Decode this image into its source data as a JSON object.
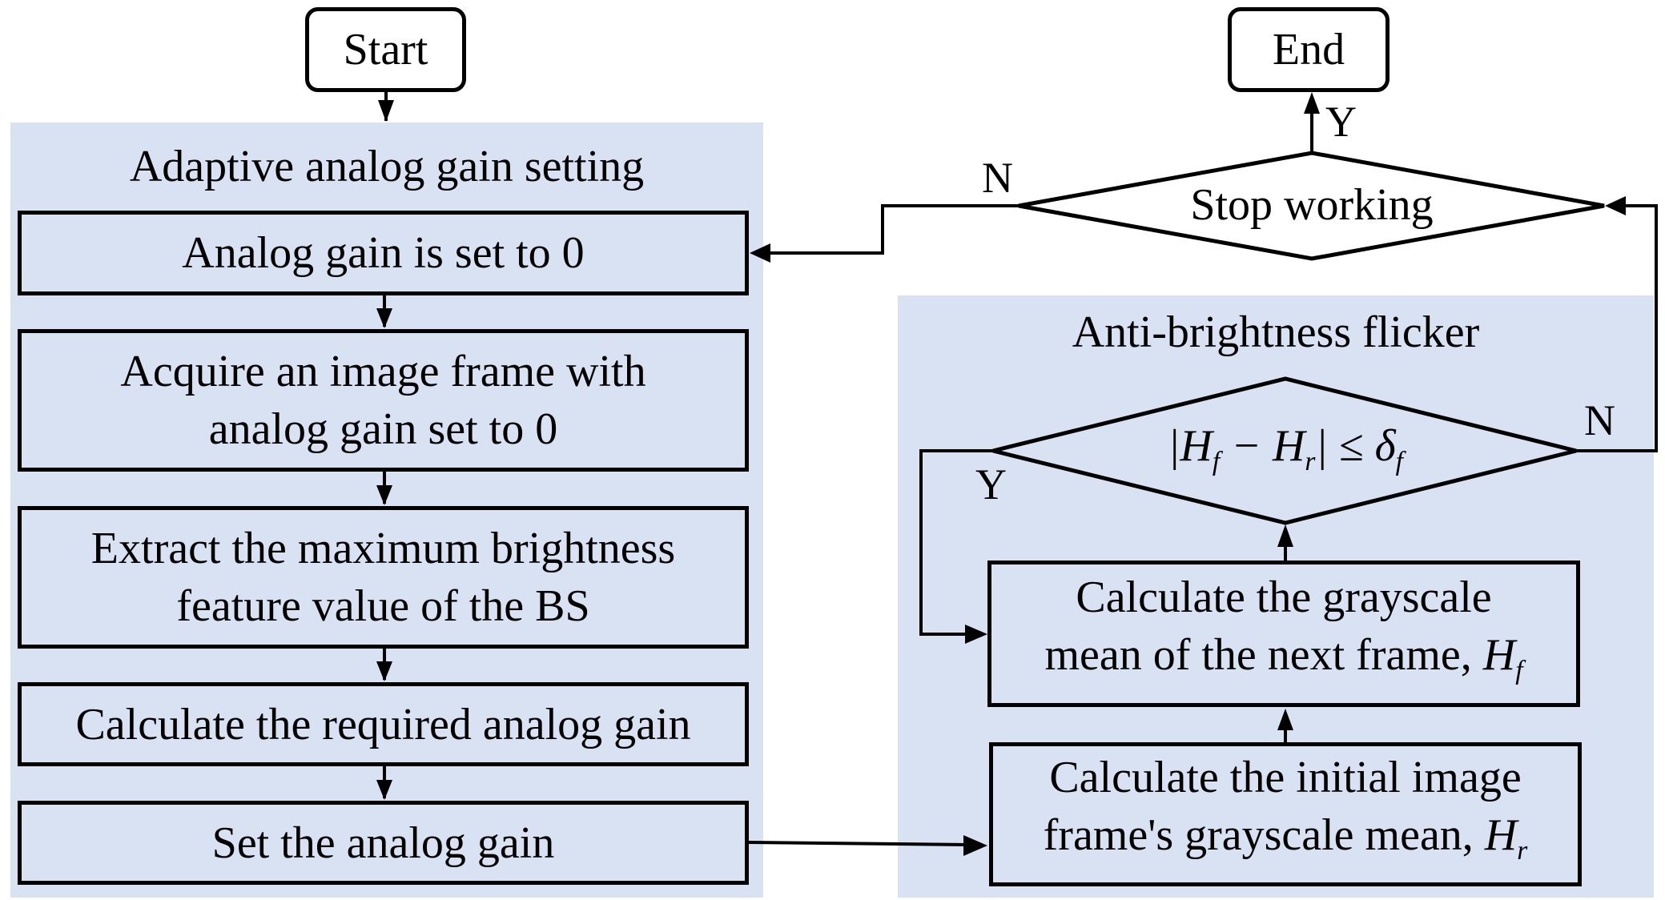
{
  "start": {
    "label": "Start"
  },
  "end": {
    "label": "End"
  },
  "left_panel": {
    "title": "Adaptive analog gain setting",
    "steps": [
      {
        "lines": [
          "Analog gain is set to 0"
        ]
      },
      {
        "lines": [
          "Acquire an image frame with",
          "analog gain set to 0"
        ]
      },
      {
        "lines": [
          "Extract the maximum brightness",
          "feature value of the BS"
        ]
      },
      {
        "lines": [
          "Calculate the required analog gain"
        ]
      },
      {
        "lines": [
          "Set the analog gain"
        ]
      }
    ]
  },
  "right_panel": {
    "title": "Anti-brightness flicker",
    "decision": {
      "text_parts": [
        "|H",
        "f",
        " − H",
        "r",
        "| ≤ δ",
        "f"
      ],
      "yes_label": "Y",
      "no_label": "N"
    },
    "step_next": {
      "line1": "Calculate the grayscale",
      "line2": "mean of the next frame, ",
      "var": "H",
      "sub": "f"
    },
    "step_initial": {
      "line1": "Calculate the initial image",
      "line2": "frame's grayscale mean, ",
      "var": "H",
      "sub": "r"
    }
  },
  "stop_decision": {
    "text": "Stop working",
    "yes_label": "Y",
    "no_label": "N"
  },
  "colors": {
    "panel_fill": "#d9e2f2",
    "stroke": "#000000"
  }
}
